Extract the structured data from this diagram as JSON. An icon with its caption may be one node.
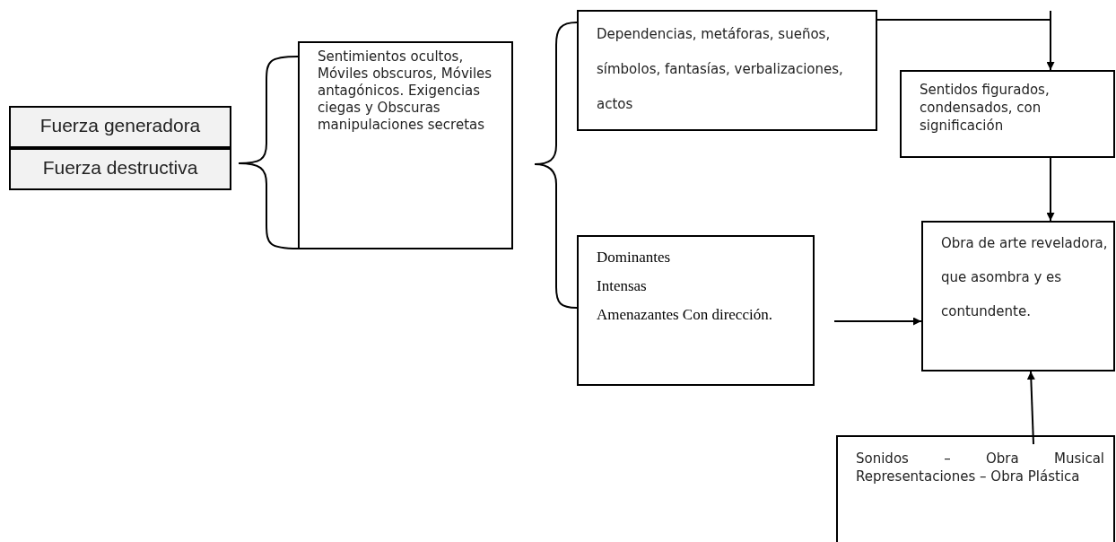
{
  "diagram": {
    "nodes": [
      {
        "text": [
          "Fuerza generadora"
        ]
      },
      {
        "text": [
          "Fuerza destructiva"
        ]
      },
      {
        "text": [
          "Sentimientos ocultos, Móviles obscuros, Móviles antagónicos. Exigencias ciegas y Obscuras manipulaciones secretas"
        ]
      },
      {
        "text": [
          "Dependencias, metáforas, sueños, símbolos, fantasías, verbalizaciones, actos"
        ]
      },
      {
        "text": [
          "Dominantes",
          "Intensas",
          "Amenazantes Con dirección."
        ]
      },
      {
        "text": [
          "Sentidos figurados, condensados, con significación"
        ]
      },
      {
        "text": [
          "Obra de arte reveladora, que asombra y es contundente."
        ]
      },
      {
        "text": [
          "Sonidos – Obra Musical Representaciones – Obra Plástica"
        ]
      }
    ],
    "edges": [
      {
        "from": 3,
        "to": 5,
        "arrow": "to"
      },
      {
        "from": 5,
        "to": 6,
        "arrow": "to"
      },
      {
        "from": null,
        "to": 6,
        "arrow": "to"
      },
      {
        "from": 7,
        "to": 6,
        "arrow": "to"
      }
    ]
  }
}
